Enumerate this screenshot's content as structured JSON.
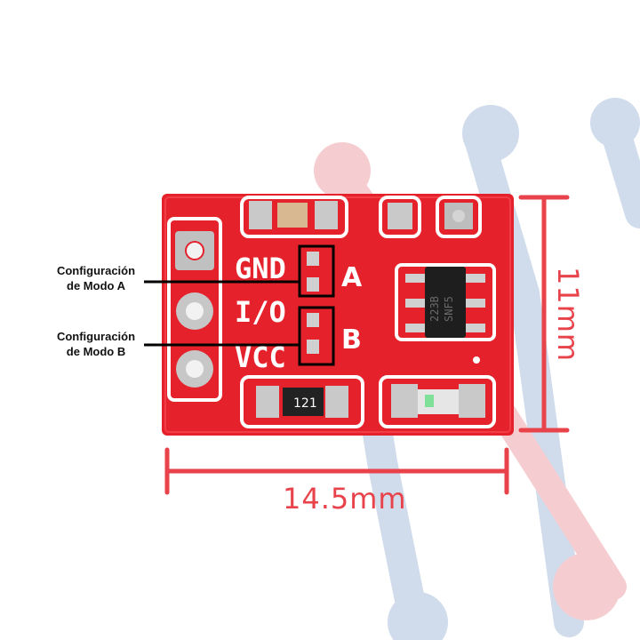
{
  "photo": {
    "subject": "TTP223 capacitive touch sensor module on red PCB",
    "background_color": "#ffffff",
    "watermark": {
      "colors": [
        "#c9d7e8",
        "#f3c7cc"
      ]
    }
  },
  "board": {
    "color": "#e8242d",
    "silkscreen": {
      "gnd": "GND",
      "io": "I/O",
      "vcc": "VCC",
      "jumper_a": "A",
      "jumper_b": "B",
      "resistor_code": "121",
      "chip_line1": "223B",
      "chip_line2": "SNF5"
    }
  },
  "annotations": {
    "config_a_line1": "Configuración",
    "config_a_line2": "de Modo A",
    "config_b_line1": "Configuración",
    "config_b_line2": "de Modo B"
  },
  "dimensions": {
    "width_label": "14.5mm",
    "height_label": "11mm",
    "color": "#e8424b"
  }
}
